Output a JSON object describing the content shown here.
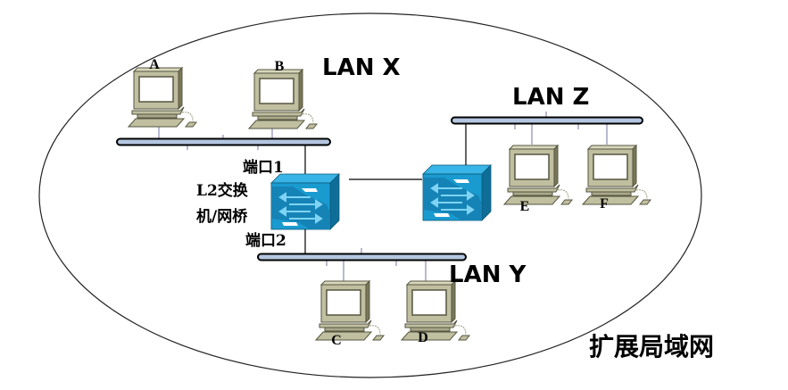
{
  "diagram": {
    "title": "扩展局域网",
    "lans": [
      {
        "id": "x",
        "label": "LAN X"
      },
      {
        "id": "y",
        "label": "LAN Y"
      },
      {
        "id": "z",
        "label": "LAN Z"
      }
    ],
    "hosts": [
      {
        "id": "A",
        "label": "A",
        "lan": "LAN X"
      },
      {
        "id": "B",
        "label": "B",
        "lan": "LAN X"
      },
      {
        "id": "C",
        "label": "C",
        "lan": "LAN Y"
      },
      {
        "id": "D",
        "label": "D",
        "lan": "LAN Y"
      },
      {
        "id": "E",
        "label": "E",
        "lan": "LAN Z"
      },
      {
        "id": "F",
        "label": "F",
        "lan": "LAN Z"
      }
    ],
    "bridge": {
      "label_line1": "L2交换",
      "label_line2": "机/网桥",
      "port1": "端口1",
      "port2": "端口2"
    },
    "colors": {
      "bus_fill": "#b4c6e0",
      "bus_stroke": "#000000",
      "drop_line": "#8a8ab0",
      "switch_face": "#1a9bd0",
      "switch_side": "#0e6e98",
      "switch_top": "#39b4e6",
      "pc_body": "#c0bfa0",
      "pc_shadow": "#7a7858"
    }
  }
}
